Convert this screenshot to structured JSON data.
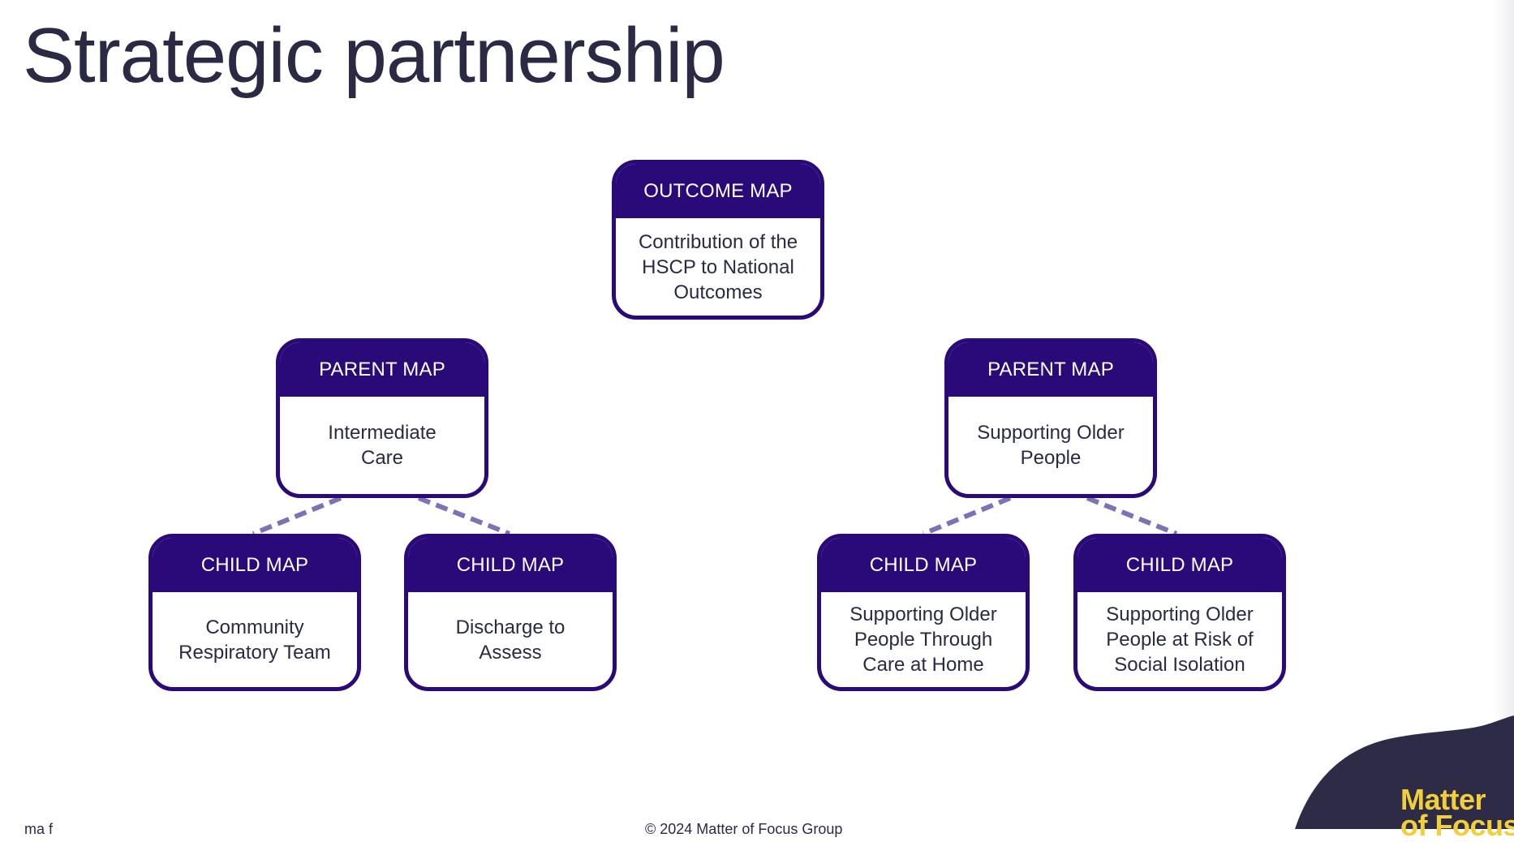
{
  "title": "Strategic partnership",
  "outcome_map": {
    "header": "OUTCOME MAP",
    "text": "Contribution of the HSCP to National Outcomes"
  },
  "parent_maps": [
    {
      "header": "PARENT MAP",
      "text": "Intermediate Care",
      "children": [
        {
          "header": "CHILD MAP",
          "text": "Community Respiratory Team"
        },
        {
          "header": "CHILD MAP",
          "text": "Discharge to Assess"
        }
      ]
    },
    {
      "header": "PARENT MAP",
      "text": "Supporting Older People",
      "children": [
        {
          "header": "CHILD MAP",
          "text": "Supporting Older People Through Care at Home"
        },
        {
          "header": "CHILD MAP",
          "text": "Supporting Older People at Risk of Social Isolation"
        }
      ]
    }
  ],
  "logo": {
    "line1": "Matter",
    "line2": "of Focus"
  },
  "footer": {
    "left": "ma f",
    "center": "© 2024 Matter of Focus Group"
  },
  "colors": {
    "box_border": "#2a0a78",
    "header_fill": "#2a0a78",
    "connector": "#7d72b5",
    "logo_bg": "#2d2b45",
    "logo_text": "#f2cf3a",
    "title_text": "#2a2a45"
  }
}
